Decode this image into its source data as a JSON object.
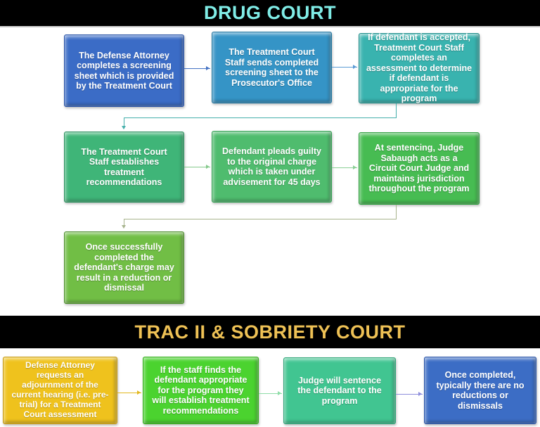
{
  "sections": {
    "drug_court": {
      "title": "DRUG COURT",
      "title_color": "#80EDE7",
      "bar_color": "#000000",
      "boxes": [
        {
          "text": "The Defense Attorney completes a screening sheet which is provided by the Treatment Court",
          "fill": "#3B6CC6",
          "border": "#2B55A8"
        },
        {
          "text": "The Treatment Court Staff sends completed screening sheet to the Prosecutor's Office",
          "fill": "#3594C6",
          "border": "#21759E"
        },
        {
          "text": "If defendant is accepted, Treatment Court Staff completes an assessment to determine if defendant is appropriate for the program",
          "fill": "#39B3AF",
          "border": "#238F8B"
        },
        {
          "text": "The Treatment Court Staff establishes treatment recommendations",
          "fill": "#3FB578",
          "border": "#2E9160"
        },
        {
          "text": "Defendant pleads guilty to the original charge which is taken under advisement for 45 days",
          "fill": "#4FBC6E",
          "border": "#37A156"
        },
        {
          "text": "At sentencing, Judge Sabaugh acts as a Circuit Court Judge and maintains jurisdiction throughout the program",
          "fill": "#47BC52",
          "border": "#2F9E3F"
        },
        {
          "text": "Once successfully completed the defendant's charge may result in a reduction or dismissal",
          "fill": "#71BE45",
          "border": "#4F8F2F"
        }
      ]
    },
    "trac_sobriety": {
      "title": "TRAC II & SOBRIETY COURT",
      "title_color": "#EEC155",
      "bar_color": "#000000",
      "boxes": [
        {
          "text": "Defense Attorney requests an adjournment of the current hearing (i.e. pre-trial) for a Treatment Court assessment",
          "fill": "#EFC21D",
          "border": "#C79A10"
        },
        {
          "text": "If the staff finds the defendant appropriate for the program they will establish treatment recommendations",
          "fill": "#4BD32F",
          "border": "#2FAE17"
        },
        {
          "text": "Judge will sentence the defendant to the program",
          "fill": "#41C591",
          "border": "#2FA578"
        },
        {
          "text": "Once completed, typically there are no reductions or dismissals",
          "fill": "#3C6DC5",
          "border": "#2B55A8"
        }
      ]
    }
  },
  "connectors": {
    "dc_a1": {
      "color": "#4472C4"
    },
    "dc_a2": {
      "color": "#5B9BD5"
    },
    "dc_elbow1": {
      "color": "#45AFAB"
    },
    "dc_a3": {
      "color": "#84C98B"
    },
    "dc_a4": {
      "color": "#8BCF96"
    },
    "dc_elbow2": {
      "color": "#A8B48E"
    },
    "ts_a1": {
      "color": "#E2B71F"
    },
    "ts_a2": {
      "color": "#8FDDA8"
    },
    "ts_a3": {
      "color": "#8F8FDC"
    }
  }
}
